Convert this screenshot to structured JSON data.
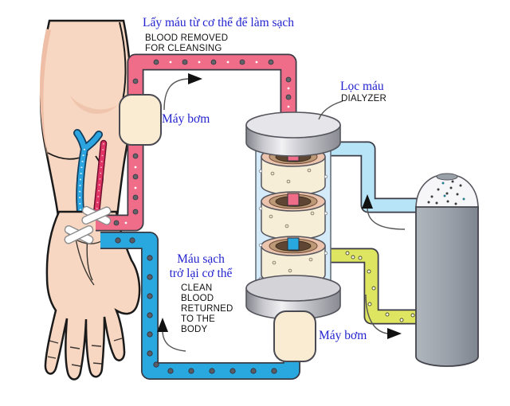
{
  "diagram_title": "Hemodialysis (kidney dialysis) process diagram",
  "labels": {
    "blood_removed": {
      "vi": "Lấy máu từ cơ thể để làm sạch",
      "en": "BLOOD REMOVED\nFOR CLEANSING"
    },
    "dialyzer": {
      "vi": "Lọc máu",
      "en": "DIALYZER"
    },
    "pump_top": {
      "vi": "Máy bơm"
    },
    "pump_bottom": {
      "vi": "Máy bơm"
    },
    "clean_blood": {
      "vi": "Máu sạch\ntrở lại cơ thể",
      "en": "CLEAN\nBLOOD\nRETURNED\nTO THE\nBODY"
    }
  },
  "components": {
    "arm": "patient arm with fistula access (vein and artery, taped needle sites)",
    "artery_line": "red tube carrying blood from body to dialyzer",
    "vein_line": "blue tube returning clean blood to body",
    "dialysate_top_line": "light blue tube between dialyzer and tank",
    "dialysate_bottom_line": "yellow-green tube between dialyzer and tank",
    "dialyzer": "vertical glass dialyzer with three filter discs",
    "tank": "gray dialysate canister with speckled dome",
    "pumps": 2,
    "flow_arrows": 4
  },
  "colors": {
    "label_blue": "#2323cf",
    "label_black": "#111111",
    "tube_red": "#ef6d88",
    "tube_blue": "#29a8e0",
    "tube_light_blue": "#b8e4f8",
    "tube_yellow": "#dde561",
    "pump_fill": "#f9ecd3",
    "skin": "#f8d7c2",
    "glass_blue": "#d6ebfa",
    "disc_cream": "#f7eed8",
    "metal_gray": "#99a0a9",
    "background": "#ffffff"
  }
}
